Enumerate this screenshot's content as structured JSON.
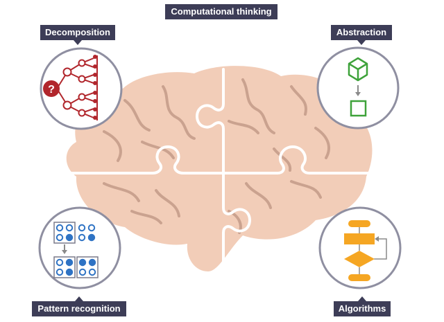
{
  "title": "Computational thinking",
  "labels": {
    "decomposition": "Decomposition",
    "abstraction": "Abstraction",
    "pattern_recognition": "Pattern recognition",
    "algorithms": "Algorithms"
  },
  "decomposition_root_symbol": "?",
  "colors": {
    "label_bg": "#3d3d57",
    "brain": "#f2cdb8",
    "brain_folds": "#caa28f",
    "circle_border": "#8f8fa1",
    "decomposition": "#b1262c",
    "abstraction": "#3ea23a",
    "pattern": "#2f73c4",
    "algorithms": "#f5a623"
  }
}
